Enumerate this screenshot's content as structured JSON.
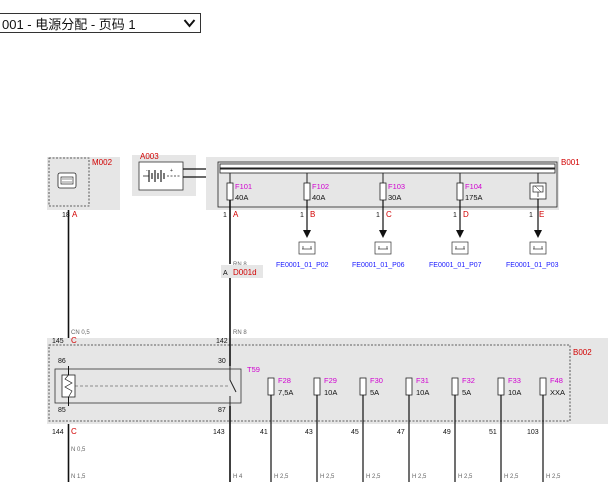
{
  "page_selector": {
    "label": "001 - 电源分配 - 页码 1"
  },
  "modules": {
    "m002": "M002",
    "a003": "A003",
    "b001": "B001",
    "b002": "B002",
    "d001d": "D001d",
    "t59": "T59"
  },
  "b001_fuses": [
    {
      "name": "F101",
      "rating": "40A",
      "pin_num": "1",
      "pin_letter": "A"
    },
    {
      "name": "F102",
      "rating": "40A",
      "pin_num": "1",
      "pin_letter": "B"
    },
    {
      "name": "F103",
      "rating": "30A",
      "pin_num": "1",
      "pin_letter": "C"
    },
    {
      "name": "F104",
      "rating": "175A",
      "pin_num": "1",
      "pin_letter": "D"
    },
    {
      "name": "",
      "rating": "",
      "pin_num": "1",
      "pin_letter": "E"
    }
  ],
  "m002_pin": {
    "num": "18",
    "letter": "A"
  },
  "connectors": [
    "FE0001_01_P02",
    "FE0001_01_P06",
    "FE0001_01_P07",
    "FE0001_01_P03"
  ],
  "wires": {
    "rn8_top": "RN 8",
    "rn8_bottom": "RN 8",
    "cn05": "CN 0,5",
    "n05": "N 0,5",
    "n15": "N 1,5",
    "h4": "H 4",
    "h25": "H 2,5",
    "d001d_pin": "A"
  },
  "b002_pins": {
    "p145": "145",
    "p145_letter": "C",
    "p142": "142",
    "p144": "144",
    "p144_letter": "C",
    "p143": "143",
    "relay_86": "86",
    "relay_85": "85",
    "relay_30": "30",
    "relay_87": "87"
  },
  "b002_fuses": [
    {
      "name": "F28",
      "rating": "7,5A",
      "pin": "41"
    },
    {
      "name": "F29",
      "rating": "10A",
      "pin": "43"
    },
    {
      "name": "F30",
      "rating": "5A",
      "pin": "45"
    },
    {
      "name": "F31",
      "rating": "10A",
      "pin": "47"
    },
    {
      "name": "F32",
      "rating": "5A",
      "pin": "49"
    },
    {
      "name": "F33",
      "rating": "10A",
      "pin": "51"
    },
    {
      "name": "F48",
      "rating": "XXA",
      "pin": "103"
    }
  ]
}
